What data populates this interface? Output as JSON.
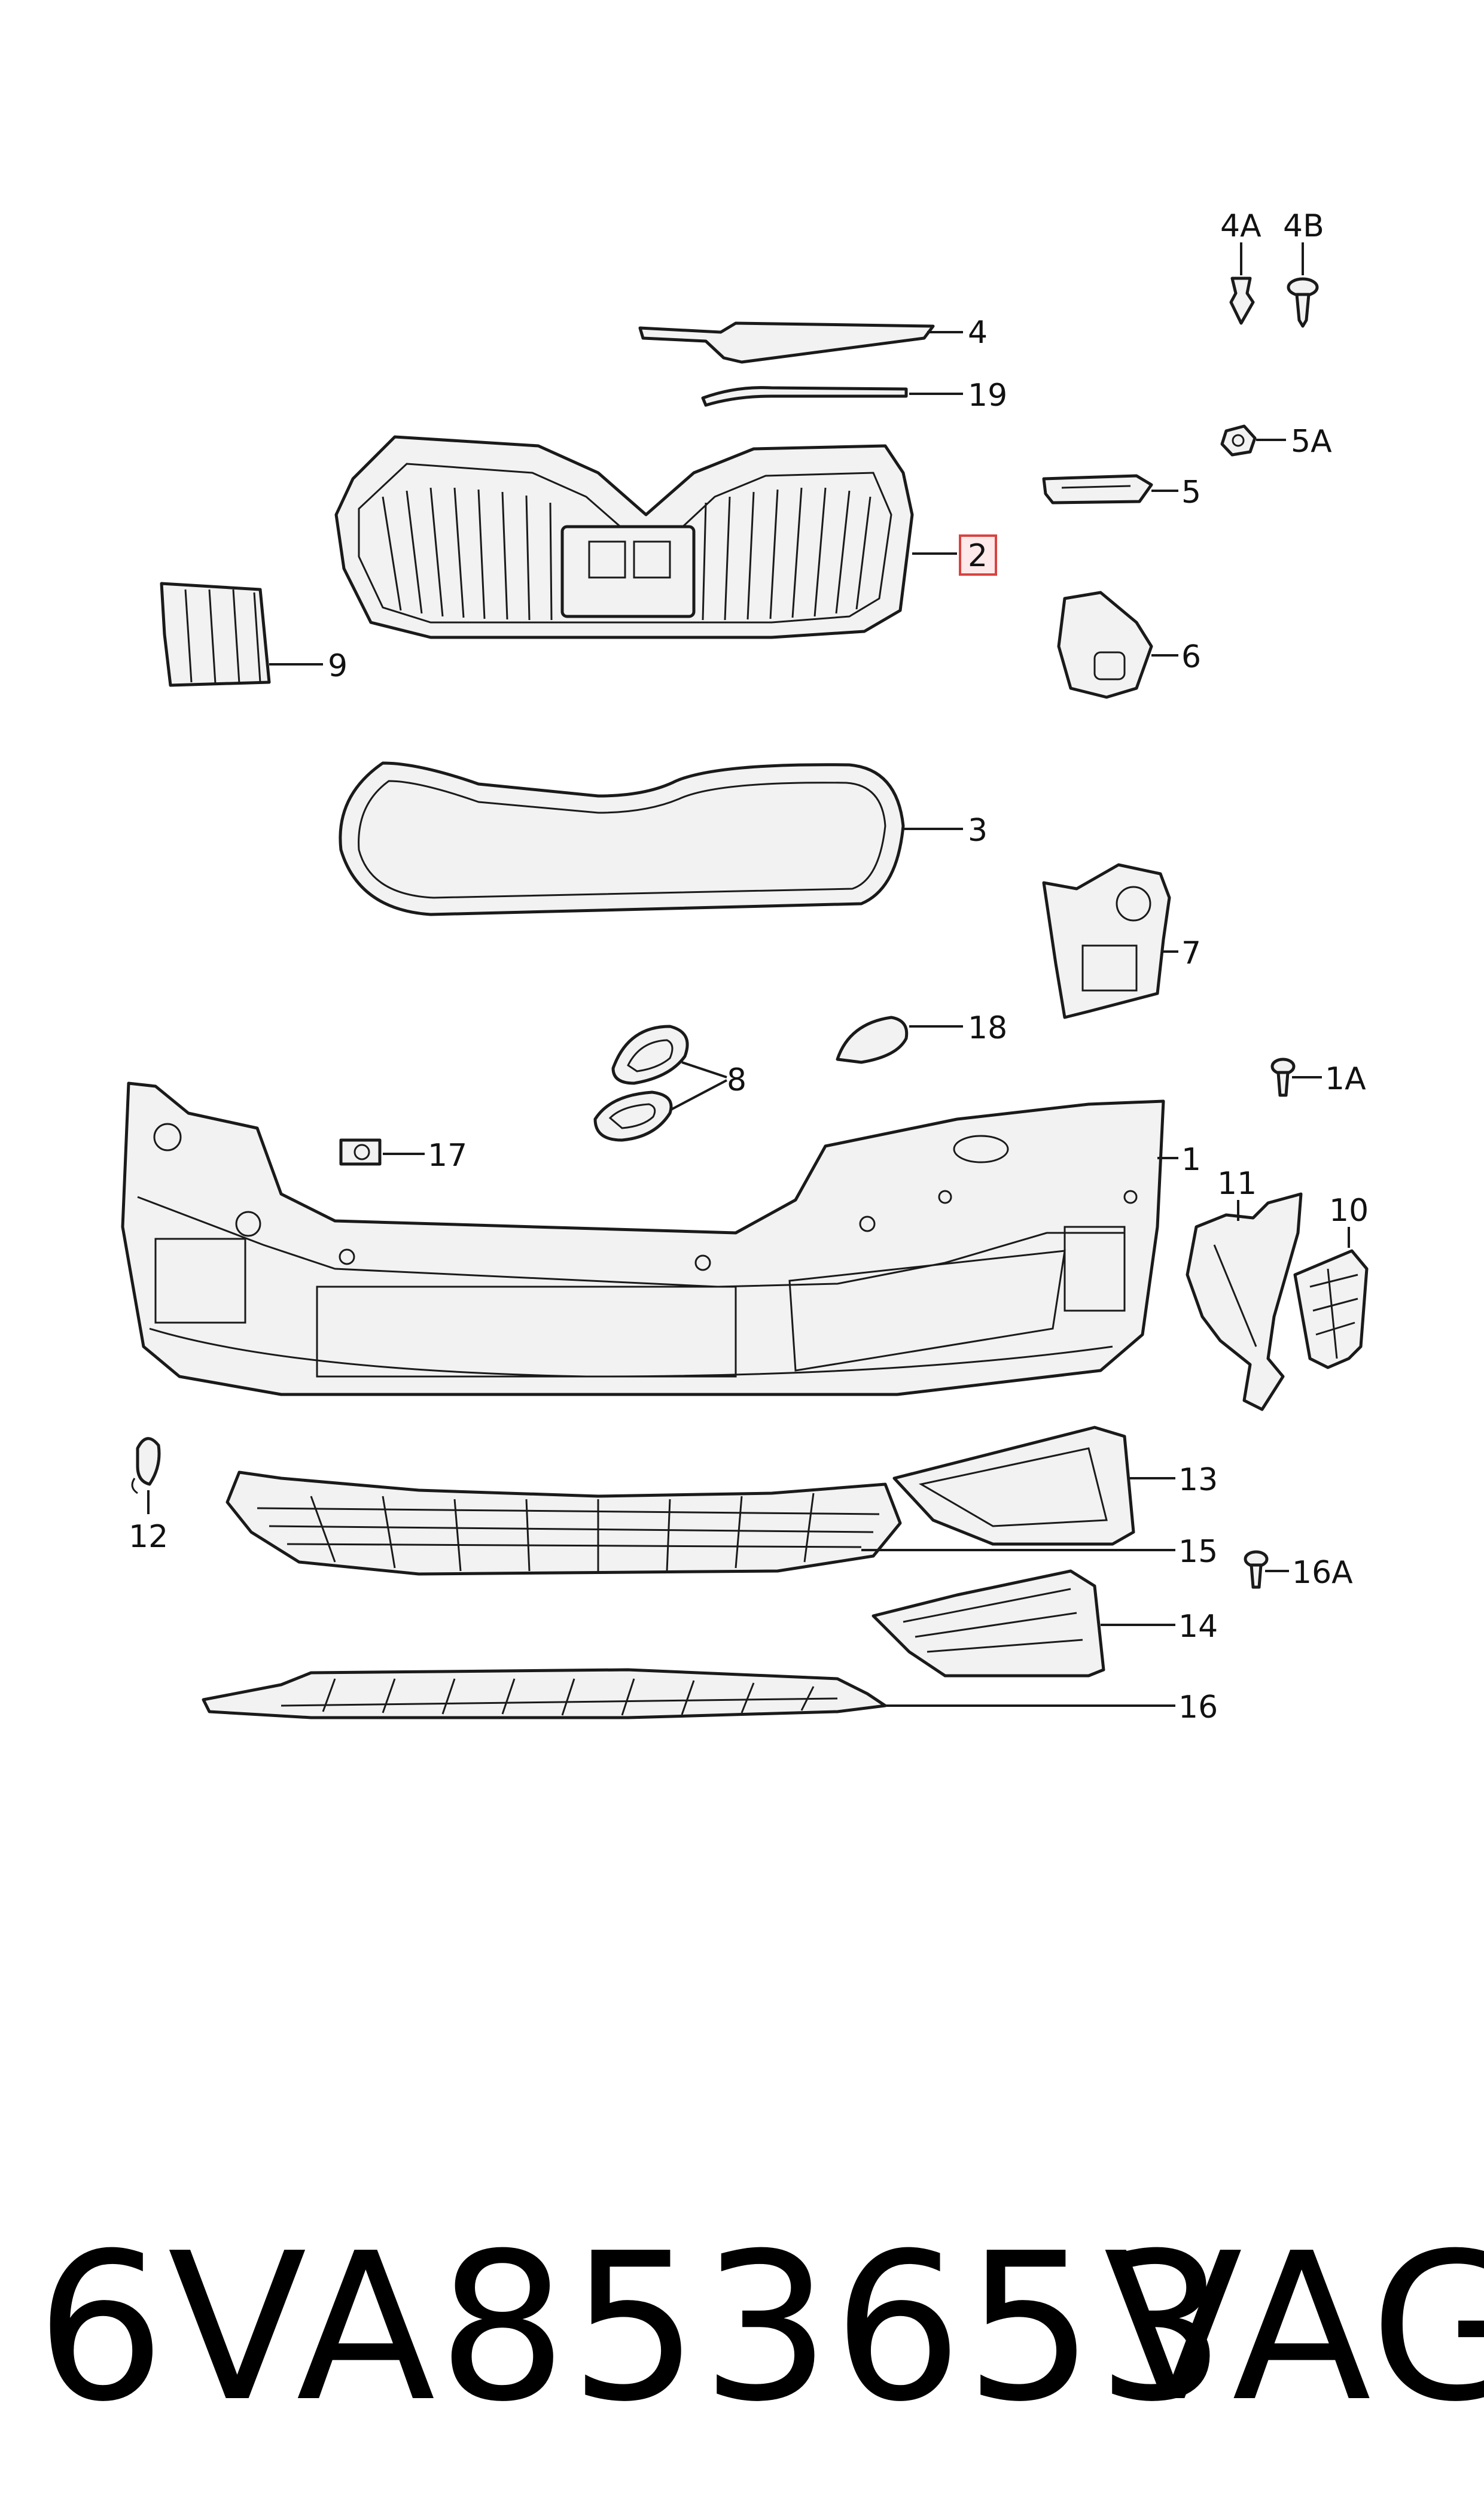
{
  "labels": {
    "l1": "1",
    "l1A": "1A",
    "l2": "2",
    "l3": "3",
    "l4": "4",
    "l4A": "4A",
    "l4B": "4B",
    "l5": "5",
    "l5A": "5A",
    "l6": "6",
    "l7": "7",
    "l8": "8",
    "l9": "9",
    "l10": "10",
    "l11": "11",
    "l12": "12",
    "l13": "13",
    "l14": "14",
    "l15": "15",
    "l16": "16",
    "l16A": "16A",
    "l17": "17",
    "l18": "18",
    "l19": "19"
  },
  "highlighted_label": "2",
  "colors": {
    "highlight_border": "#d9433f",
    "highlight_fill": "#fde8ea",
    "line": "#1a1a1a"
  },
  "footer": {
    "part_number": "6VA853653",
    "brand": "VAG"
  }
}
